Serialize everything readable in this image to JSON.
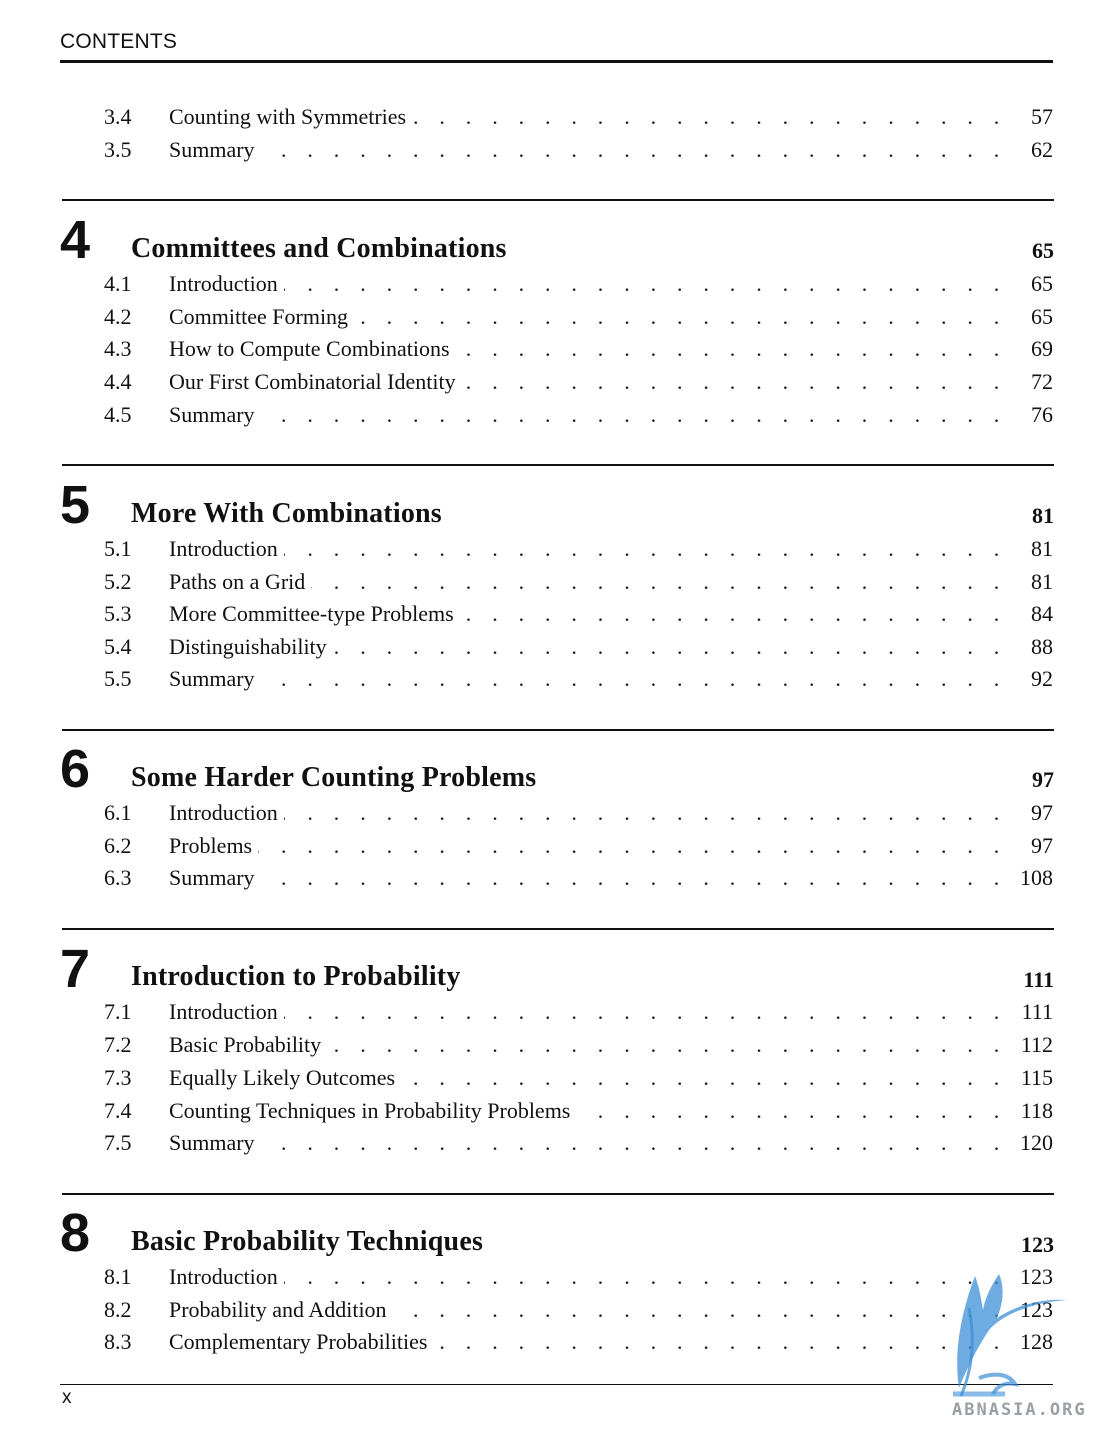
{
  "running_head": "CONTENTS",
  "folio": "x",
  "watermark_text": "ABNASIA.ORG",
  "leader_dots": ". . . . . . . . . . . . . . . . . . . . . . . . . . . . . . . . . . . . . . . . . . . . . . . . . . . . . . . . . . . . . . . . . .",
  "intro_entries": [
    {
      "num": "3.4",
      "title": "Counting with Symmetries",
      "page": "57"
    },
    {
      "num": "3.5",
      "title": "Summary",
      "page": "62"
    }
  ],
  "chapters": [
    {
      "number": "4",
      "title": "Committees and Combinations",
      "page": "65",
      "sections": [
        {
          "num": "4.1",
          "title": "Introduction",
          "page": "65"
        },
        {
          "num": "4.2",
          "title": "Committee Forming",
          "page": "65"
        },
        {
          "num": "4.3",
          "title": "How to Compute Combinations",
          "page": "69"
        },
        {
          "num": "4.4",
          "title": "Our First Combinatorial Identity",
          "page": "72"
        },
        {
          "num": "4.5",
          "title": "Summary",
          "page": "76"
        }
      ]
    },
    {
      "number": "5",
      "title": "More With Combinations",
      "page": "81",
      "sections": [
        {
          "num": "5.1",
          "title": "Introduction",
          "page": "81"
        },
        {
          "num": "5.2",
          "title": "Paths on a Grid",
          "page": "81"
        },
        {
          "num": "5.3",
          "title": "More Committee-type Problems",
          "page": "84"
        },
        {
          "num": "5.4",
          "title": "Distinguishability",
          "page": "88"
        },
        {
          "num": "5.5",
          "title": "Summary",
          "page": "92"
        }
      ]
    },
    {
      "number": "6",
      "title": "Some Harder Counting Problems",
      "page": "97",
      "sections": [
        {
          "num": "6.1",
          "title": "Introduction",
          "page": "97"
        },
        {
          "num": "6.2",
          "title": "Problems",
          "page": "97"
        },
        {
          "num": "6.3",
          "title": "Summary",
          "page": "108"
        }
      ]
    },
    {
      "number": "7",
      "title": "Introduction to Probability",
      "page": "111",
      "sections": [
        {
          "num": "7.1",
          "title": "Introduction",
          "page": "111"
        },
        {
          "num": "7.2",
          "title": "Basic Probability",
          "page": "112"
        },
        {
          "num": "7.3",
          "title": "Equally Likely Outcomes",
          "page": "115"
        },
        {
          "num": "7.4",
          "title": "Counting Techniques in Probability Problems",
          "page": "118"
        },
        {
          "num": "7.5",
          "title": "Summary",
          "page": "120"
        }
      ]
    },
    {
      "number": "8",
      "title": "Basic Probability Techniques",
      "page": "123",
      "sections": [
        {
          "num": "8.1",
          "title": "Introduction",
          "page": "123"
        },
        {
          "num": "8.2",
          "title": "Probability and Addition",
          "page": "123"
        },
        {
          "num": "8.3",
          "title": "Complementary Probabilities",
          "page": "128"
        }
      ]
    }
  ]
}
